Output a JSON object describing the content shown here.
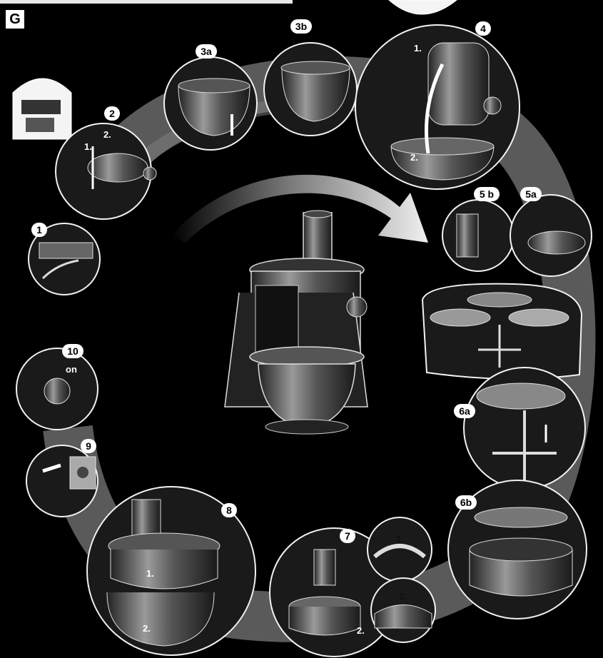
{
  "section": {
    "label": "G"
  },
  "steps": [
    {
      "id": "1",
      "label": "1"
    },
    {
      "id": "2",
      "label": "2",
      "sub": [
        "1.",
        "2."
      ]
    },
    {
      "id": "3a",
      "label": "3a"
    },
    {
      "id": "3b",
      "label": "3b"
    },
    {
      "id": "4",
      "label": "4",
      "sub": [
        "1.",
        "2."
      ]
    },
    {
      "id": "5a",
      "label": "5a"
    },
    {
      "id": "5b",
      "label": "5 b"
    },
    {
      "id": "6a",
      "label": "6a"
    },
    {
      "id": "6b",
      "label": "6b"
    },
    {
      "id": "7",
      "label": "7",
      "sub": [
        "1.",
        "2.",
        "2."
      ]
    },
    {
      "id": "8",
      "label": "8",
      "sub": [
        "1.",
        "2."
      ]
    },
    {
      "id": "9",
      "label": "9"
    },
    {
      "id": "10",
      "label": "10",
      "sub": [
        "on"
      ]
    }
  ],
  "colors": {
    "background": "#000000",
    "ring": "#6e6e6e",
    "arrow": "#d8d8d8",
    "bubble": "#1a1a1a",
    "outline": "#f2f2f2"
  }
}
